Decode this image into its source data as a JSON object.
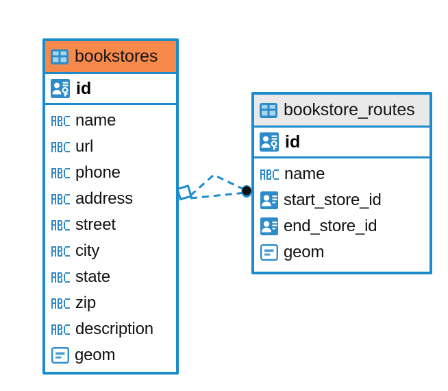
{
  "diagram": {
    "type": "entity-relationship-diagram",
    "background_color": "#FFFFFF",
    "accent_color": "#1B8BCB",
    "highlight_color": "#F7894B",
    "neutral_header_color": "#E9E9E9"
  },
  "entities": [
    {
      "name": "bookstores",
      "header_style": "accent",
      "primary_key": {
        "label": "id",
        "icon": "primary-key-icon"
      },
      "fields": [
        {
          "label": "name",
          "icon": "abc-text-icon"
        },
        {
          "label": "url",
          "icon": "abc-text-icon"
        },
        {
          "label": "phone",
          "icon": "abc-text-icon"
        },
        {
          "label": "address",
          "icon": "abc-text-icon"
        },
        {
          "label": "street",
          "icon": "abc-text-icon"
        },
        {
          "label": "city",
          "icon": "abc-text-icon"
        },
        {
          "label": "state",
          "icon": "abc-text-icon"
        },
        {
          "label": "zip",
          "icon": "abc-text-icon"
        },
        {
          "label": "description",
          "icon": "abc-text-icon"
        },
        {
          "label": "geom",
          "icon": "geometry-icon"
        }
      ]
    },
    {
      "name": "bookstore_routes",
      "header_style": "neutral",
      "primary_key": {
        "label": "id",
        "icon": "primary-key-icon"
      },
      "fields": [
        {
          "label": "name",
          "icon": "abc-text-icon"
        },
        {
          "label": "start_store_id",
          "icon": "foreign-key-icon"
        },
        {
          "label": "end_store_id",
          "icon": "foreign-key-icon"
        },
        {
          "label": "geom",
          "icon": "geometry-icon"
        }
      ]
    }
  ],
  "relationships": [
    {
      "from": "bookstores",
      "to": "bookstore_routes",
      "from_marker": "diamond",
      "to_marker": "filled-circle",
      "line_style": "dashed",
      "color": "#1B8BCB"
    }
  ]
}
